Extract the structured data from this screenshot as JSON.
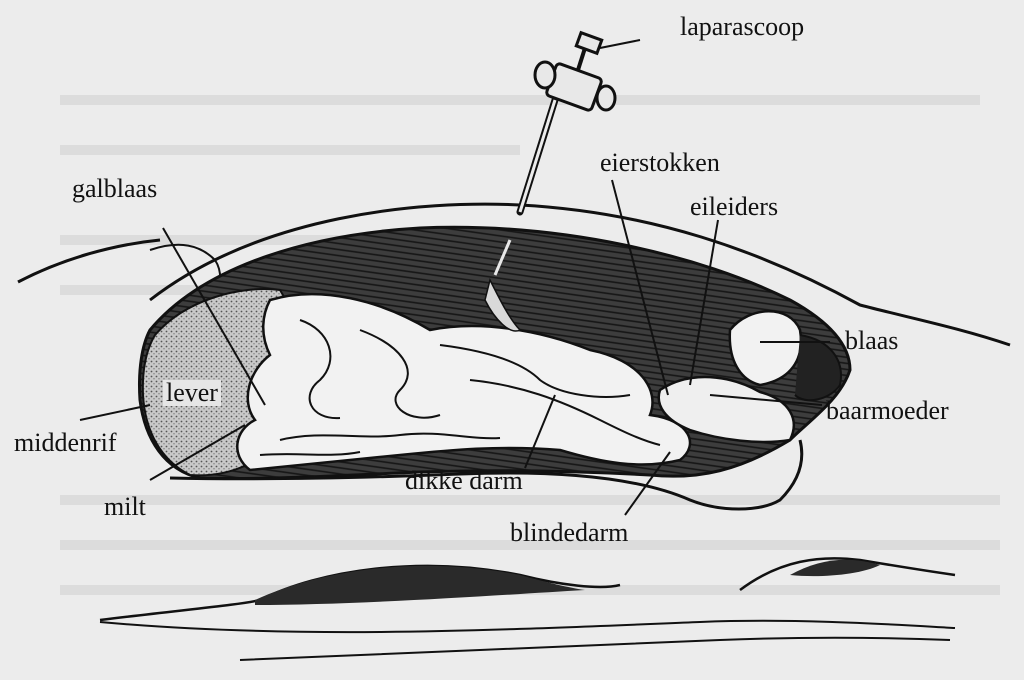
{
  "labels": {
    "laparascoop": "laparascoop",
    "galblaas": "galblaas",
    "eierstokken": "eierstokken",
    "eileiders": "eileiders",
    "blaas": "blaas",
    "lever": "lever",
    "baarmoeder": "baarmoeder",
    "middenrif": "middenrif",
    "milt": "milt",
    "dikke_darm": "dikke darm",
    "blindedarm": "blindedarm"
  },
  "colors": {
    "ink": "#111111",
    "paper": "#ececec",
    "shade": "#4a4a4a",
    "stipple": "#bdbdbd"
  }
}
